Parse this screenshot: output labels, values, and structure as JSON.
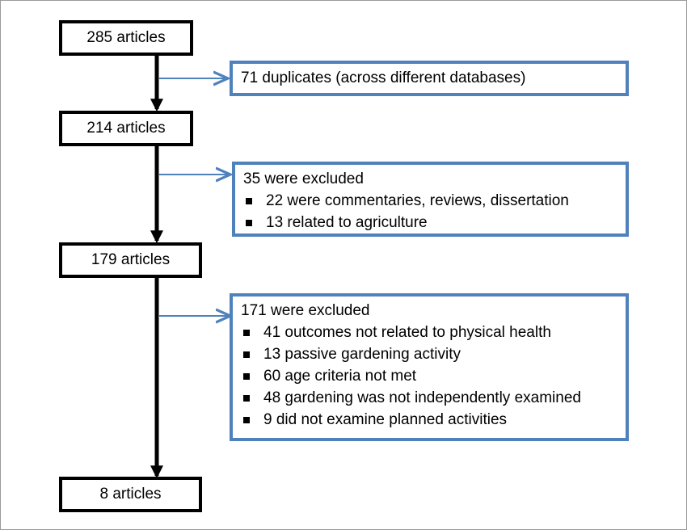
{
  "stages": [
    {
      "label": "285 articles"
    },
    {
      "label": "214 articles"
    },
    {
      "label": "179 articles"
    },
    {
      "label": "8 articles"
    }
  ],
  "exclusions": [
    {
      "title": "71 duplicates (across different databases)",
      "items": []
    },
    {
      "title": "35 were excluded",
      "items": [
        "22 were commentaries, reviews, dissertation",
        "13 related to agriculture"
      ]
    },
    {
      "title": "171 were excluded",
      "items": [
        "41 outcomes not related to physical health",
        "13 passive gardening activity",
        "60 age criteria not met",
        "48 gardening was not independently examined",
        "9 did not examine planned activities"
      ]
    }
  ],
  "colors": {
    "stage_border": "#000000",
    "exclusion_border": "#4f81bd",
    "side_arrow": "#4f81bd"
  }
}
